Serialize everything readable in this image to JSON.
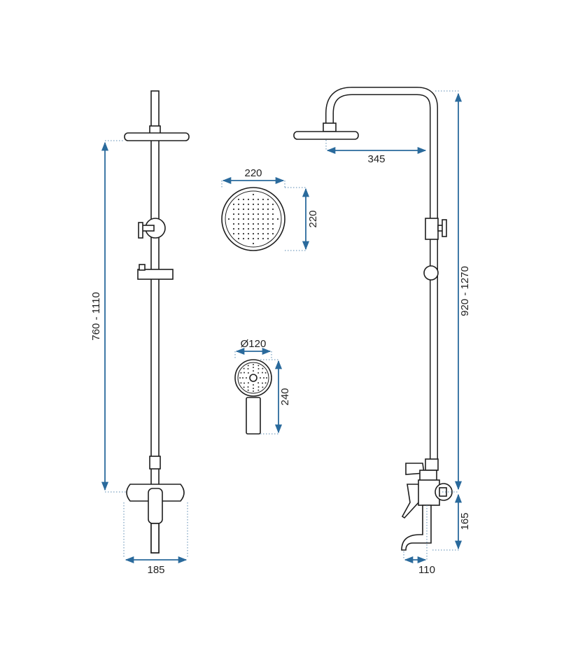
{
  "dimensions": {
    "left_height": "760 - 1110",
    "left_base_width": "185",
    "head_diameter_w": "220",
    "head_diameter_h": "220",
    "hand_diameter": "Ø120",
    "hand_length": "240",
    "arm_reach": "345",
    "total_height": "920 - 1270",
    "spout_height": "165",
    "spout_width": "110"
  },
  "colors": {
    "dimension_line": "#2a6a9c",
    "outline": "#1e1e1e"
  }
}
